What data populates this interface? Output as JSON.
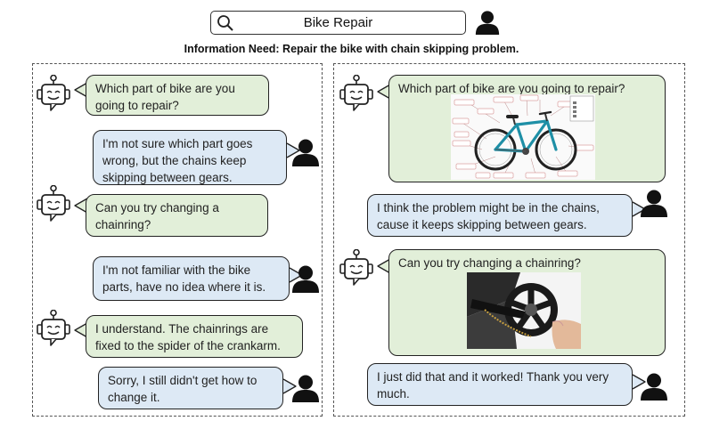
{
  "search": {
    "query": "Bike Repair"
  },
  "information_need": "Information Need: Repair the bike with chain skipping problem.",
  "left_conversation": [
    {
      "speaker": "bot",
      "text": "Which part of bike are you going to repair?"
    },
    {
      "speaker": "user",
      "text": "I'm not sure which part goes wrong, but the chains keep skipping between gears."
    },
    {
      "speaker": "bot",
      "text": "Can you try changing a chainring?"
    },
    {
      "speaker": "user",
      "text": "I'm not familiar with the bike parts, have no idea where it is."
    },
    {
      "speaker": "bot",
      "text": "I understand. The chainrings are fixed to the spider of the crankarm."
    },
    {
      "speaker": "user",
      "text": "Sorry, I still didn't get how to change it."
    }
  ],
  "right_conversation": [
    {
      "speaker": "bot",
      "text": "Which part of bike are you going to repair?",
      "image": "labeled-bicycle-diagram"
    },
    {
      "speaker": "user",
      "text": "I think the problem might be in the chains, cause it keeps skipping between gears."
    },
    {
      "speaker": "bot",
      "text": "Can you try changing a chainring?",
      "image": "chainring-crank-photo"
    },
    {
      "speaker": "user",
      "text": "I just did that and it worked! Thank you very much."
    }
  ],
  "colors": {
    "bot_bubble": "#e2efd9",
    "user_bubble": "#dde9f5",
    "outline": "#222222",
    "bike_frame": "#1e8fa6"
  }
}
